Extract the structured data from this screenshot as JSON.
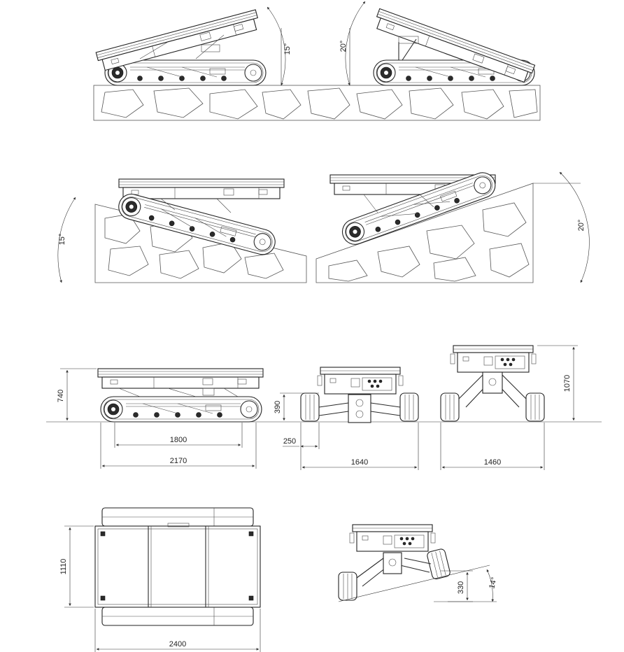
{
  "angles": {
    "climb_up_15": "15°",
    "climb_down_20": "20°",
    "slope_left_15": "15°",
    "slope_right_20": "20°",
    "side_tilt_14": "14°"
  },
  "dimensions": {
    "height_740": "740",
    "wheelbase_1800": "1800",
    "length_2170": "2170",
    "clearance_390": "390",
    "track_width_250": "250",
    "width_1640": "1640",
    "height_1070": "1070",
    "width_1460": "1460",
    "width_1110": "1110",
    "length_2400": "2400",
    "step_330": "330"
  },
  "colors": {
    "line": "#2a2a2a",
    "dimension": "#333333",
    "background": "#ffffff"
  }
}
